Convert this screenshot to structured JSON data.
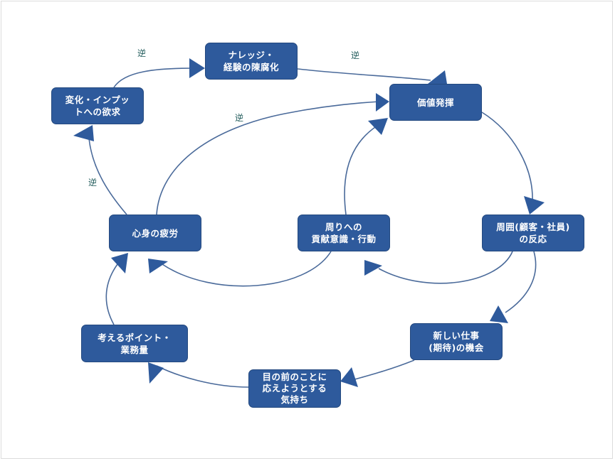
{
  "diagram": {
    "type": "causal-loop",
    "colors": {
      "node_fill": "#2e5a9c",
      "node_text": "#ffffff",
      "link": "#4a6a9a",
      "arrowhead": "#2e5a9c",
      "reverse_label": "#1f5a5a"
    },
    "nodes": {
      "desire_for_change": {
        "lines": [
          "変化・インプッ",
          "トへの欲求"
        ]
      },
      "knowledge_obsolete": {
        "lines": [
          "ナレッジ・",
          "経験の陳腐化"
        ]
      },
      "value_delivery": {
        "lines": [
          "価値発揮"
        ]
      },
      "fatigue": {
        "lines": [
          "心身の疲労"
        ]
      },
      "contribution": {
        "lines": [
          "周りへの",
          "貢献意識・行動"
        ]
      },
      "reaction": {
        "lines": [
          "周囲(顧客・社員)",
          "の反応"
        ]
      },
      "workload": {
        "lines": [
          "考えるポイント・",
          "業務量"
        ]
      },
      "willingness": {
        "lines": [
          "目の前のことに",
          "応えようとする",
          "気持ち"
        ]
      },
      "new_work": {
        "lines": [
          "新しい仕事",
          "(期待)の機会"
        ]
      }
    },
    "reverse_labels": [
      "逆",
      "逆",
      "逆",
      "逆"
    ],
    "edges": [
      {
        "from": "desire_for_change",
        "to": "knowledge_obsolete",
        "label": "逆"
      },
      {
        "from": "knowledge_obsolete",
        "to": "value_delivery",
        "label": "逆"
      },
      {
        "from": "fatigue",
        "to": "value_delivery",
        "label": "逆"
      },
      {
        "from": "fatigue",
        "to": "desire_for_change",
        "label": "逆"
      },
      {
        "from": "contribution",
        "to": "value_delivery"
      },
      {
        "from": "value_delivery",
        "to": "reaction"
      },
      {
        "from": "reaction",
        "to": "contribution"
      },
      {
        "from": "contribution",
        "to": "fatigue"
      },
      {
        "from": "reaction",
        "to": "new_work"
      },
      {
        "from": "new_work",
        "to": "willingness"
      },
      {
        "from": "willingness",
        "to": "workload"
      },
      {
        "from": "workload",
        "to": "fatigue"
      }
    ]
  }
}
